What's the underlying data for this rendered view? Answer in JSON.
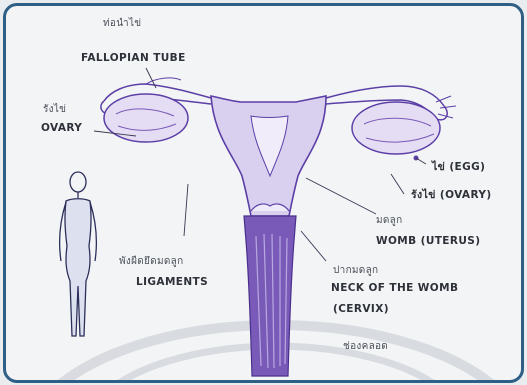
{
  "colors": {
    "frame": "#2f5f85",
    "ink": "#5b3fa6",
    "label": "#2d3138"
  },
  "labels": {
    "fallopian_th": "ท่อนำไข่",
    "fallopian_en": "FALLOPIAN TUBE",
    "ovary_left_th": "รังไข่",
    "ovary_left_en": "OVARY",
    "egg": "ไข่ (EGG)",
    "ovary_right": "รังไข่ (OVARY)",
    "womb_th": "มดลูก",
    "womb_en": "WOMB (UTERUS)",
    "ligaments_th": "พังผืดยึดมดลูก",
    "ligaments_en": "LIGAMENTS",
    "neck_th": "ปากมดลูก",
    "neck_en": "NECK OF THE WOMB",
    "cervix": "(CERVIX)",
    "vagina_th": "ช่องคลอด"
  }
}
